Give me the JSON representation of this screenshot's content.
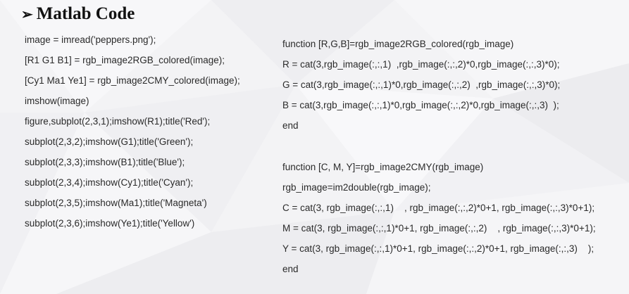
{
  "heading": {
    "marker": "➢",
    "title": "Matlab Code"
  },
  "left_code": [
    "image = imread('peppers.png');",
    "[R1 G1 B1] = rgb_image2RGB_colored(image);",
    "[Cy1 Ma1 Ye1] = rgb_image2CMY_colored(image);",
    "imshow(image)",
    "figure,subplot(2,3,1);imshow(R1);title('Red');",
    "subplot(2,3,2);imshow(G1);title('Green');",
    "subplot(2,3,3);imshow(B1);title('Blue');",
    "subplot(2,3,4);imshow(Cy1);title('Cyan');",
    "subplot(2,3,5);imshow(Ma1);title('Magneta')",
    "subplot(2,3,6);imshow(Ye1);title('Yellow')"
  ],
  "function_rgb": [
    "function [R,G,B]=rgb_image2RGB_colored(rgb_image)",
    "R = cat(3,rgb_image(:,:,1)  ,rgb_image(:,:,2)*0,rgb_image(:,:,3)*0);",
    "G = cat(3,rgb_image(:,:,1)*0,rgb_image(:,:,2)  ,rgb_image(:,:,3)*0);",
    "B = cat(3,rgb_image(:,:,1)*0,rgb_image(:,:,2)*0,rgb_image(:,:,3)  );",
    "end"
  ],
  "function_cmy": [
    "function [C, M, Y]=rgb_image2CMY(rgb_image)",
    "rgb_image=im2double(rgb_image);",
    "C = cat(3, rgb_image(:,:,1)    , rgb_image(:,:,2)*0+1, rgb_image(:,:,3)*0+1);",
    "M = cat(3, rgb_image(:,:,1)*0+1, rgb_image(:,:,2)    , rgb_image(:,:,3)*0+1);",
    "Y = cat(3, rgb_image(:,:,1)*0+1, rgb_image(:,:,2)*0+1, rgb_image(:,:,3)    );",
    "end"
  ]
}
